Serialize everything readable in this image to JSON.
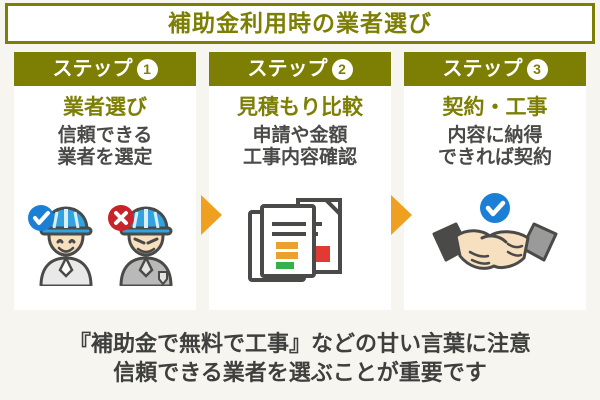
{
  "title": "補助金利用時の業者選び",
  "colors": {
    "olive": "#7d7f05",
    "background": "#f6f5ef",
    "panel": "#ffffff",
    "body_text": "#4a4a48",
    "footer_text": "#3f3f3d",
    "arrow": "#f0a020",
    "check_badge": "#1c7fd6",
    "cross_badge": "#c9232a",
    "helmet": "#33a3e0"
  },
  "steps": [
    {
      "step_word": "ステップ",
      "number": "❶",
      "number_plain": "1",
      "title": "業者選び",
      "sub_lines": [
        "信頼できる",
        "業者を選定"
      ],
      "art": "two-workers-check-cross-icon"
    },
    {
      "step_word": "ステップ",
      "number": "❷",
      "number_plain": "2",
      "title": "見積もり比較",
      "sub_lines": [
        "申請や金額",
        "工事内容確認"
      ],
      "art": "documents-stack-icon"
    },
    {
      "step_word": "ステップ",
      "number": "❸",
      "number_plain": "3",
      "title": "契約・工事",
      "sub_lines": [
        "内容に納得",
        "できれば契約"
      ],
      "art": "handshake-check-icon"
    }
  ],
  "arrows": [
    "arrow-step1-to-step2",
    "arrow-step2-to-step3"
  ],
  "footer": {
    "line1": "『補助金で無料で工事』などの甘い言葉に注意",
    "line2": "信頼できる業者を選ぶことが重要です"
  }
}
